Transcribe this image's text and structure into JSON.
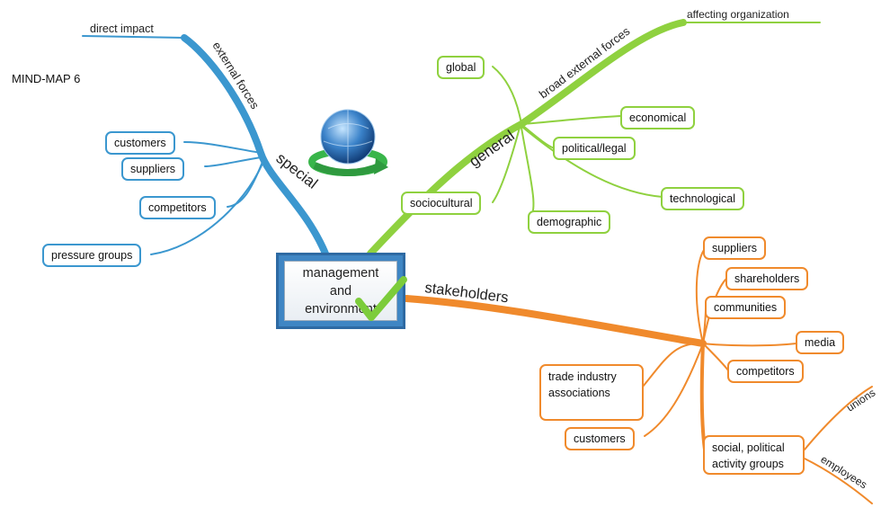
{
  "title": "MIND-MAP 6",
  "center": {
    "line1": "management",
    "line2": "and",
    "line3": "environment"
  },
  "colors": {
    "special": "#3b97cf",
    "general": "#8fd13f",
    "stakeholders": "#f08a2c"
  },
  "branches": {
    "special": {
      "label": "special",
      "sublabel": "external forces",
      "note": "direct impact",
      "items": [
        "customers",
        "suppliers",
        "competitors",
        "pressure groups"
      ]
    },
    "general": {
      "label": "general",
      "sublabel": "broad external forces",
      "note": "affecting organization",
      "items": [
        "global",
        "economical",
        "political/legal",
        "technological",
        "demographic",
        "sociocultural"
      ]
    },
    "stakeholders": {
      "label": "stakeholders",
      "items": [
        "suppliers",
        "shareholders",
        "communities",
        "media",
        "competitors",
        "trade industry associations",
        "customers",
        "social, political activity groups"
      ],
      "subitems": [
        "unions",
        "employees"
      ]
    }
  }
}
